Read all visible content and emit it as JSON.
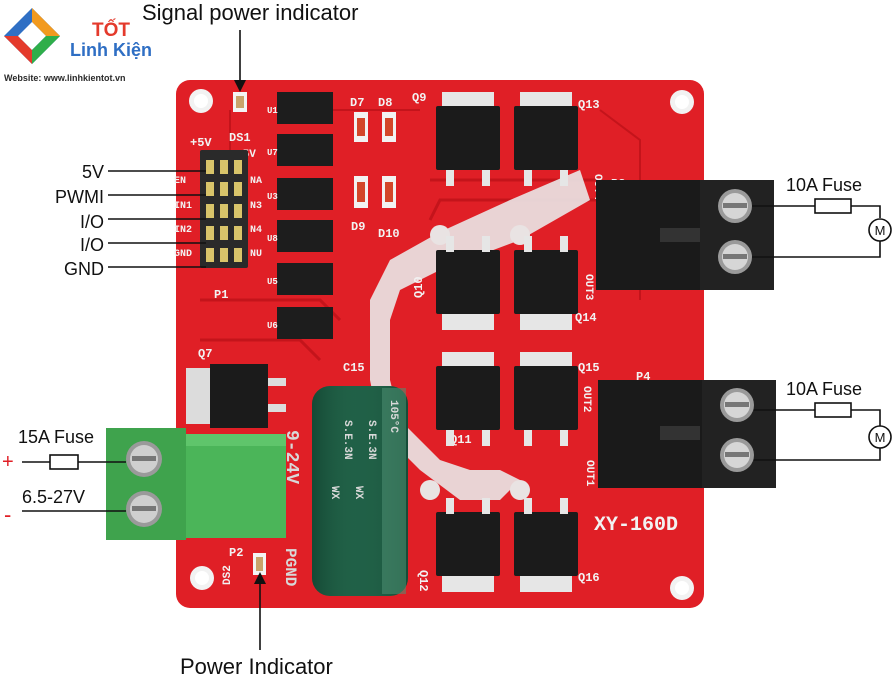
{
  "logo": {
    "top": "TỐT",
    "brand": "Linh Kiện",
    "website": "Website: www.linhkientot.vn"
  },
  "callouts": {
    "signal_power_indicator": "Signal power indicator",
    "power_indicator": "Power Indicator",
    "fuse_top": "10A Fuse",
    "fuse_bottom": "10A Fuse",
    "fuse_input": "15A Fuse",
    "input_voltage": "6.5-27V",
    "plus": "+",
    "minus": "-",
    "motor_symbol": "M"
  },
  "pin_labels": [
    "5V",
    "PWMI",
    "I/O",
    "I/O",
    "GND"
  ],
  "silkscreen": {
    "model": "XY-160D",
    "plus5v_left": "+5V",
    "plus5v_right": "+5V",
    "ds1": "DS1",
    "ds2": "DS2",
    "p1": "P1",
    "p2": "P2",
    "p3": "P3",
    "p4": "P4",
    "pgnd": "PGND",
    "volt": "9-24V",
    "c15": "C15",
    "q7": "Q7",
    "q9": "Q9",
    "q10": "Q10",
    "q11": "Q11",
    "q12": "Q12",
    "q13": "Q13",
    "q14": "Q14",
    "q15": "Q15",
    "q16": "Q16",
    "d7": "D7",
    "d8": "D8",
    "d9": "D9",
    "d10": "D10",
    "out1": "OUT1",
    "out2": "OUT2",
    "out3": "OUT3",
    "out4": "OUT4",
    "header_left": [
      "EN",
      "IN1",
      "IN2",
      "GND"
    ],
    "header_right": [
      "NA",
      "N3",
      "N4",
      "NU"
    ],
    "u_labels": [
      "U1",
      "U7",
      "U3",
      "U8",
      "U5",
      "U6"
    ],
    "cap_text": [
      "S.E.3N",
      "S.E.3N",
      "WX",
      "WX",
      "105°C"
    ]
  },
  "colors": {
    "pcb": "#e01f26",
    "pcb_dark": "#c4141b",
    "terminal_green": "#3fa34d",
    "terminal_black": "#1a1a1a",
    "capacitor": "#1f5e45",
    "mosfet": "#1b1b1b"
  }
}
